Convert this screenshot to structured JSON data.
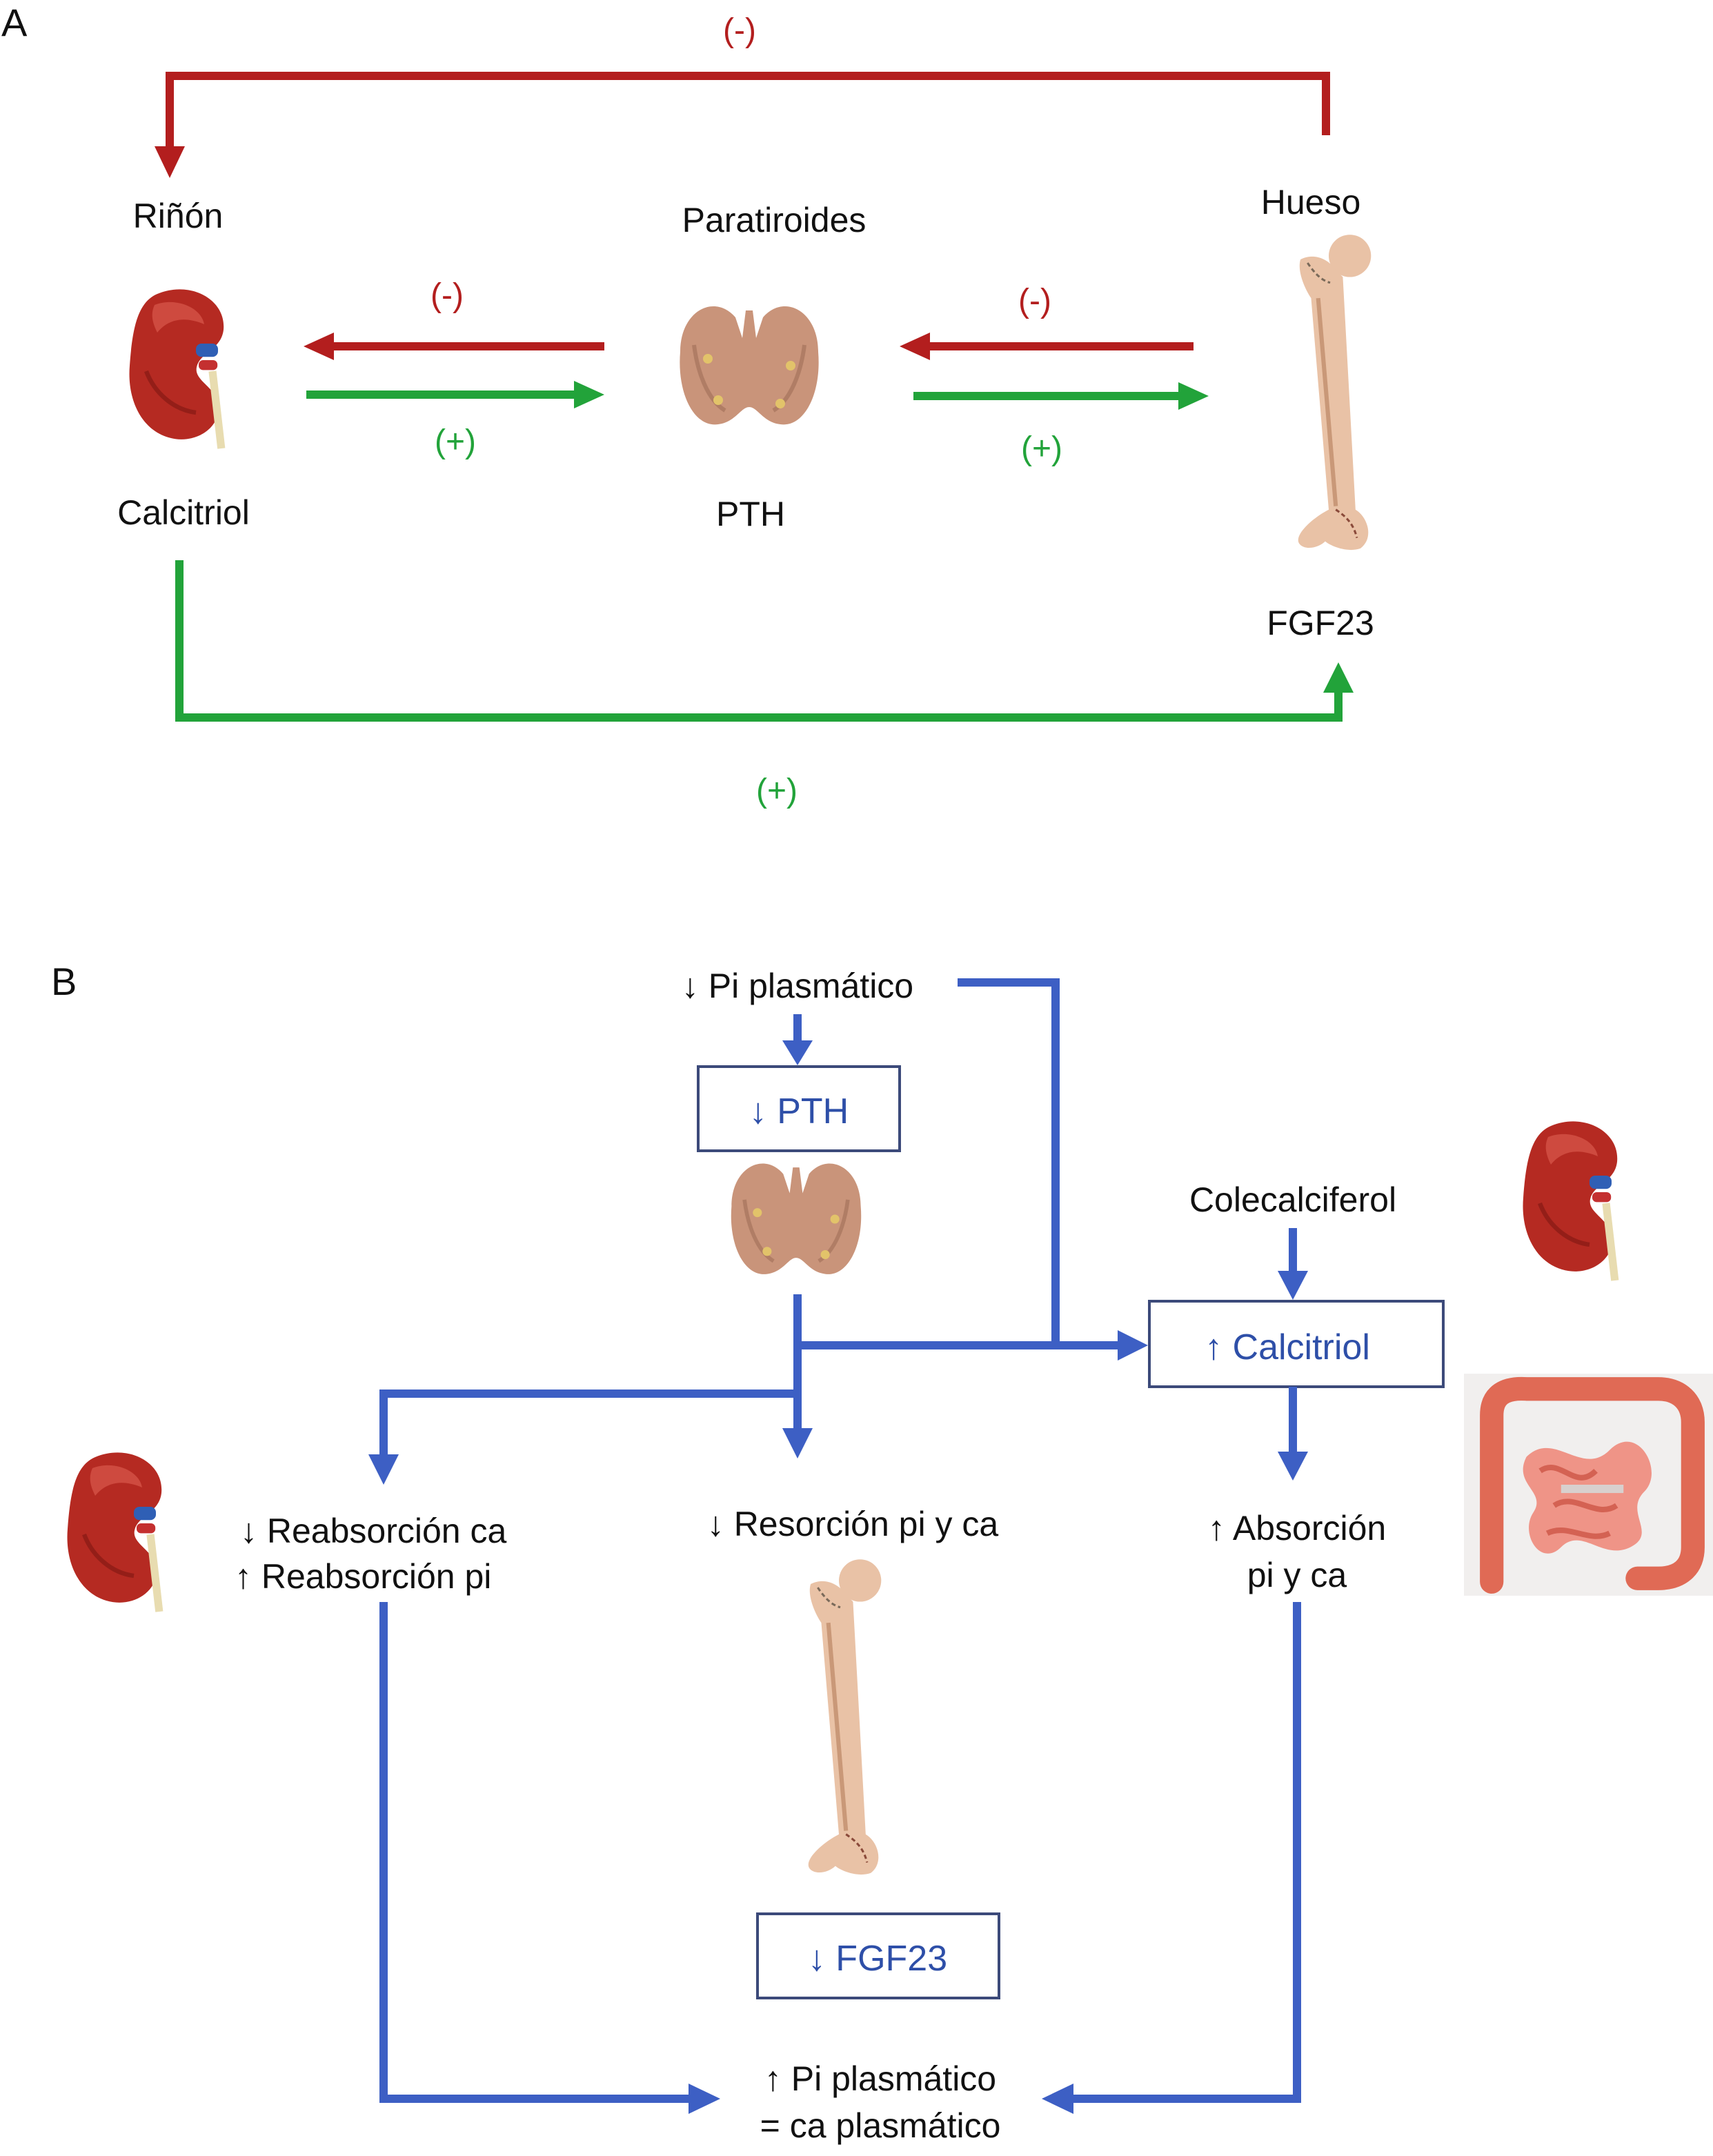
{
  "colors": {
    "inhibit": "#b31e1e",
    "stimulate": "#22a33a",
    "flow": "#3d5fc4",
    "box_border": "#3c4a7a",
    "box_text": "#2e4fa8",
    "text": "#111111",
    "kidney": "#b52a22",
    "gland": "#c9947a",
    "bone": "#e9c2a6",
    "intestine": "#e06a55"
  },
  "icons": [
    "kidney-icon",
    "parathyroid-icon",
    "bone-icon",
    "intestine-icon"
  ],
  "panel_a": {
    "label": "A",
    "rinon": "Riñón",
    "paratiroides": "Paratiroides",
    "hueso": "Hueso",
    "calcitriol": "Calcitriol",
    "pth": "PTH",
    "fgf23": "FGF23",
    "top_sign": "(-)",
    "bottom_sign": "(+)",
    "left_neg": "(-)",
    "left_pos": "(+)",
    "right_neg": "(-)",
    "right_pos": "(+)"
  },
  "panel_b": {
    "label": "B",
    "pi_plasmatico_down": "↓ Pi plasmático",
    "pth_box": "↓ PTH",
    "colecalciferol": "Colecalciferol",
    "calcitriol_box": "↑ Calcitriol",
    "reabsorcion_ca": "↓ Reabsorción ca",
    "reabsorcion_pi": "↑ Reabsorción pi",
    "resorcion": "↓ Resorción pi y ca",
    "absorcion_1": "↑ Absorción",
    "absorcion_2": "pi y ca",
    "fgf23_box": "↓ FGF23",
    "result_1": "↑ Pi plasmático",
    "result_2": "= ca plasmático"
  }
}
